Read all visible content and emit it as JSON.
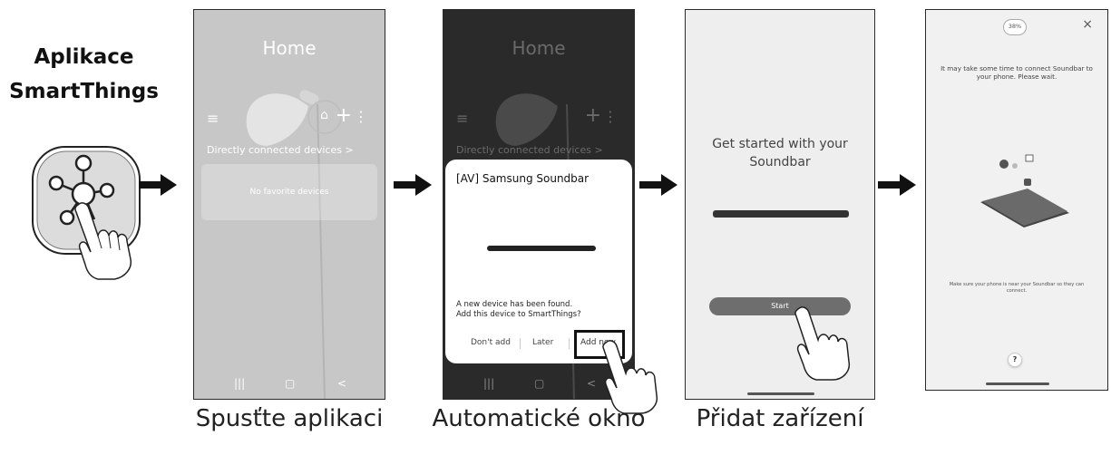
{
  "intro": {
    "title_line1": "Aplikace",
    "title_line2": "SmartThings",
    "app_icon": "smartthings-icon"
  },
  "step1": {
    "caption": "Spusťte aplikaci",
    "screen": {
      "title": "Home",
      "menu_icon": "≡",
      "home_icon": "⌂",
      "plus_icon": "+",
      "more_icon": "⋮",
      "devices_link": "Directly connected devices  >",
      "empty_text": "No favorite devices",
      "nav": [
        "|||",
        "▢",
        "<"
      ]
    }
  },
  "step2": {
    "caption": "Automatické okno",
    "screen": {
      "title": "Home",
      "devices_link": "Directly connected devices  >",
      "nav": [
        "|||",
        "▢",
        "<"
      ]
    },
    "dialog": {
      "title": "[AV] Samsung Soundbar",
      "message_line1": "A new device has been found.",
      "message_line2": "Add this device to SmartThings?",
      "dont_add": "Don't add",
      "later": "Later",
      "add_now": "Add now"
    }
  },
  "step3": {
    "caption": "Přidat zařízení",
    "screen": {
      "title_line1": "Get started with your",
      "title_line2": "Soundbar",
      "start": "Start"
    }
  },
  "step4": {
    "screen": {
      "progress": "38%",
      "close": "×",
      "message": "It may take some time to connect Soundbar to your phone. Please wait.",
      "note": "Make sure your phone is near your Soundbar so they can connect.",
      "help": "?"
    }
  },
  "colors": {
    "light_screen": "#c7c7c7",
    "dark_screen": "#2a2a2a",
    "step3_screen": "#eeeeee",
    "step4_screen": "#f1f1f1",
    "arrow": "#111111"
  }
}
